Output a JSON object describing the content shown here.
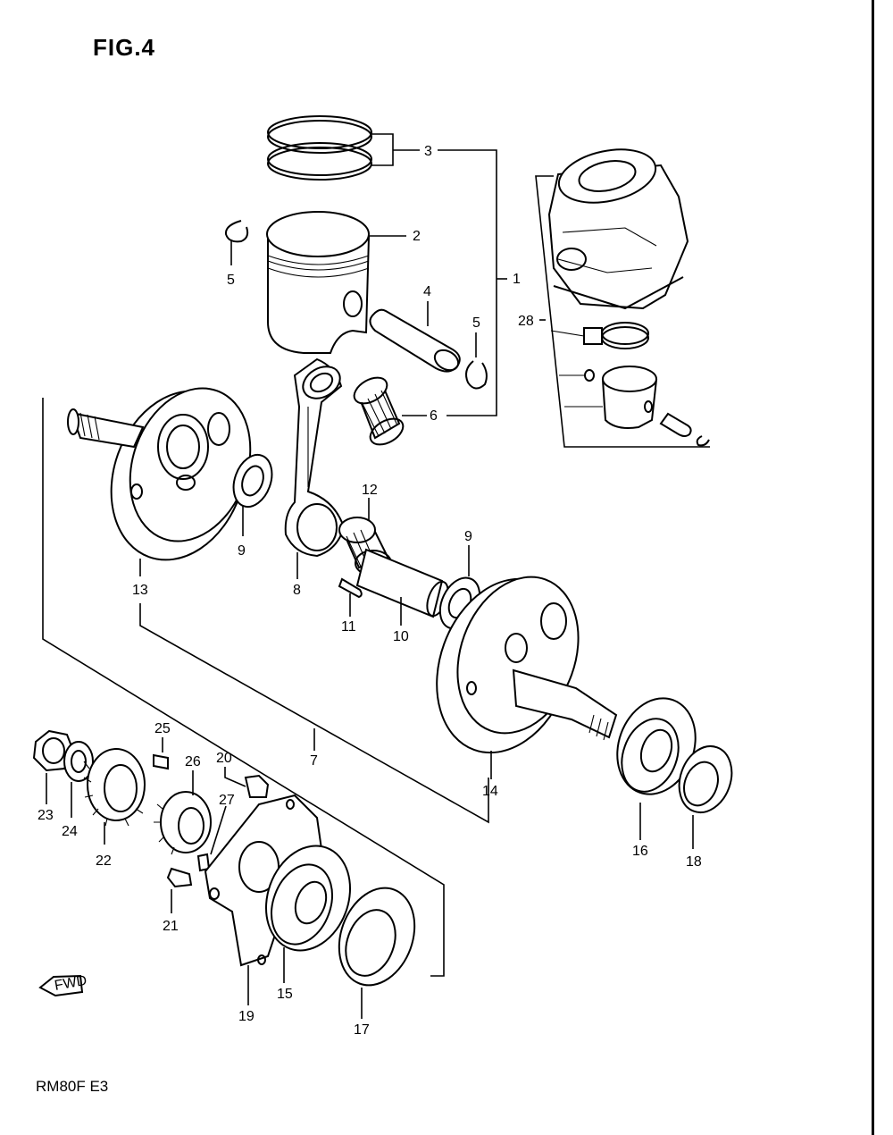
{
  "figure": {
    "title": "FIG.4",
    "model_code": "RM80F E3",
    "fwd_arrow_label": "FWD"
  },
  "callouts": {
    "p1": "1",
    "p2": "2",
    "p3": "3",
    "p4": "4",
    "p5a": "5",
    "p5b": "5",
    "p6": "6",
    "p7": "7",
    "p8": "8",
    "p9a": "9",
    "p9b": "9",
    "p10": "10",
    "p11": "11",
    "p12": "12",
    "p13": "13",
    "p14": "14",
    "p15": "15",
    "p16": "16",
    "p17": "17",
    "p18": "18",
    "p19": "19",
    "p20": "20",
    "p21": "21",
    "p22": "22",
    "p23": "23",
    "p24": "24",
    "p25": "25",
    "p26": "26",
    "p27": "27",
    "p28": "28"
  }
}
